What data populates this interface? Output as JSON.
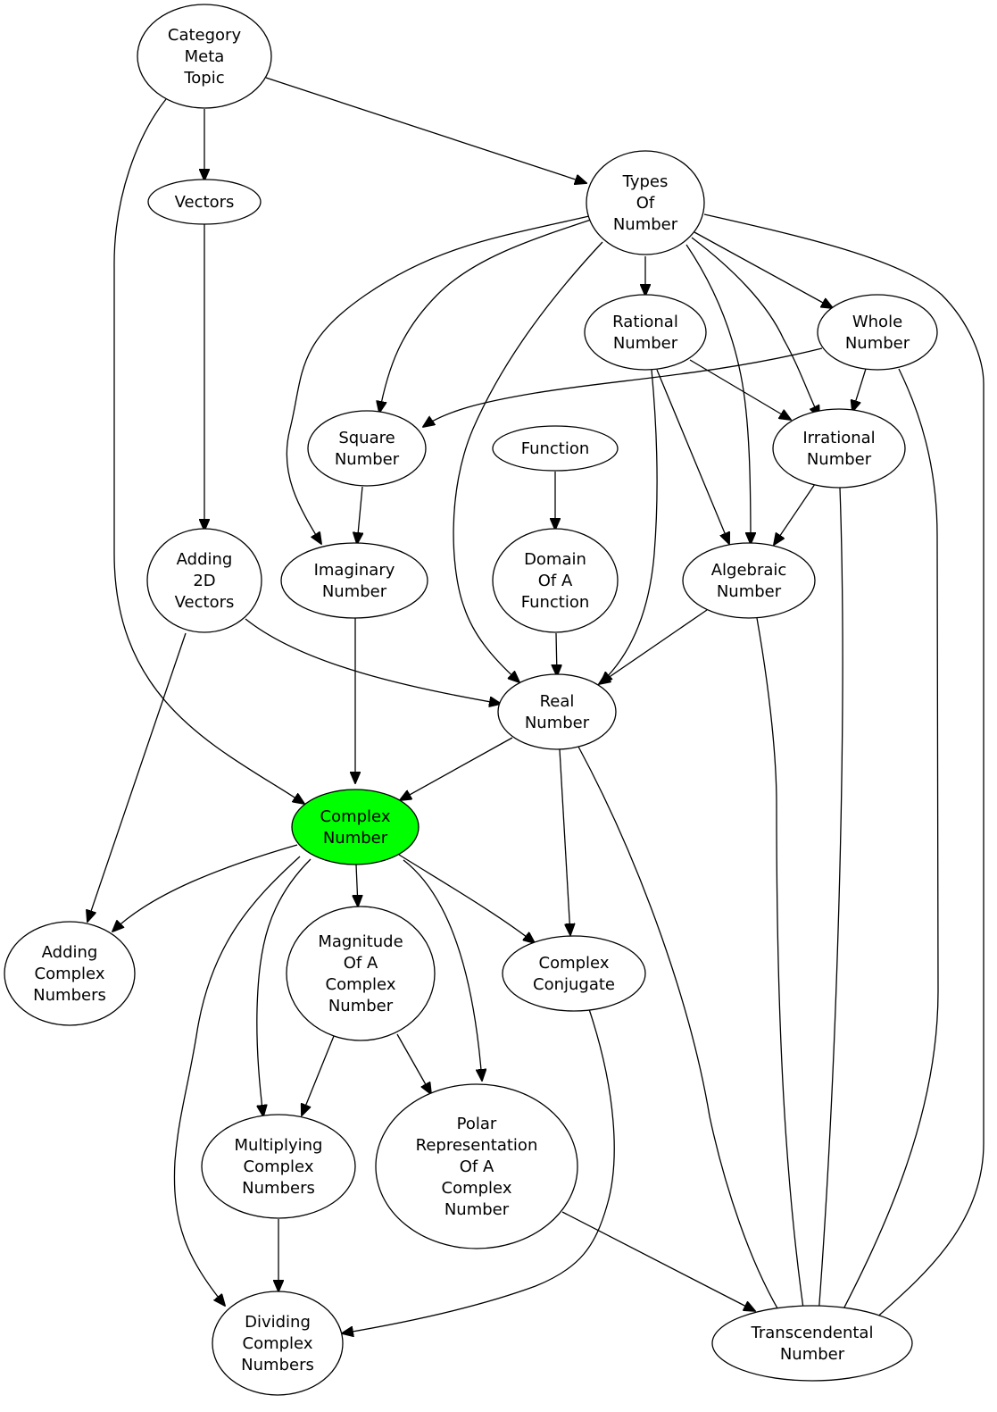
{
  "highlight_color": "#00ff00",
  "nodes": {
    "category_meta_topic": {
      "lines": [
        "Category",
        "Meta",
        "Topic"
      ]
    },
    "vectors": {
      "lines": [
        "Vectors"
      ]
    },
    "types_of_number": {
      "lines": [
        "Types",
        "Of",
        "Number"
      ]
    },
    "rational_number": {
      "lines": [
        "Rational",
        "Number"
      ]
    },
    "whole_number": {
      "lines": [
        "Whole",
        "Number"
      ]
    },
    "square_number": {
      "lines": [
        "Square",
        "Number"
      ]
    },
    "function": {
      "lines": [
        "Function"
      ]
    },
    "irrational_number": {
      "lines": [
        "Irrational",
        "Number"
      ]
    },
    "adding_2d_vectors": {
      "lines": [
        "Adding",
        "2D",
        "Vectors"
      ]
    },
    "imaginary_number": {
      "lines": [
        "Imaginary",
        "Number"
      ]
    },
    "domain_of_a_function": {
      "lines": [
        "Domain",
        "Of A",
        "Function"
      ]
    },
    "algebraic_number": {
      "lines": [
        "Algebraic",
        "Number"
      ]
    },
    "real_number": {
      "lines": [
        "Real",
        "Number"
      ]
    },
    "complex_number": {
      "lines": [
        "Complex",
        "Number"
      ]
    },
    "adding_complex_numbers": {
      "lines": [
        "Adding",
        "Complex",
        "Numbers"
      ]
    },
    "magnitude_of_a_complex_number": {
      "lines": [
        "Magnitude",
        "Of A",
        "Complex",
        "Number"
      ]
    },
    "complex_conjugate": {
      "lines": [
        "Complex",
        "Conjugate"
      ]
    },
    "multiplying_complex_numbers": {
      "lines": [
        "Multiplying",
        "Complex",
        "Numbers"
      ]
    },
    "polar_representation_of_a_complex_number": {
      "lines": [
        "Polar",
        "Representation",
        "Of A",
        "Complex",
        "Number"
      ]
    },
    "dividing_complex_numbers": {
      "lines": [
        "Dividing",
        "Complex",
        "Numbers"
      ]
    },
    "transcendental_number": {
      "lines": [
        "Transcendental",
        "Number"
      ]
    }
  }
}
